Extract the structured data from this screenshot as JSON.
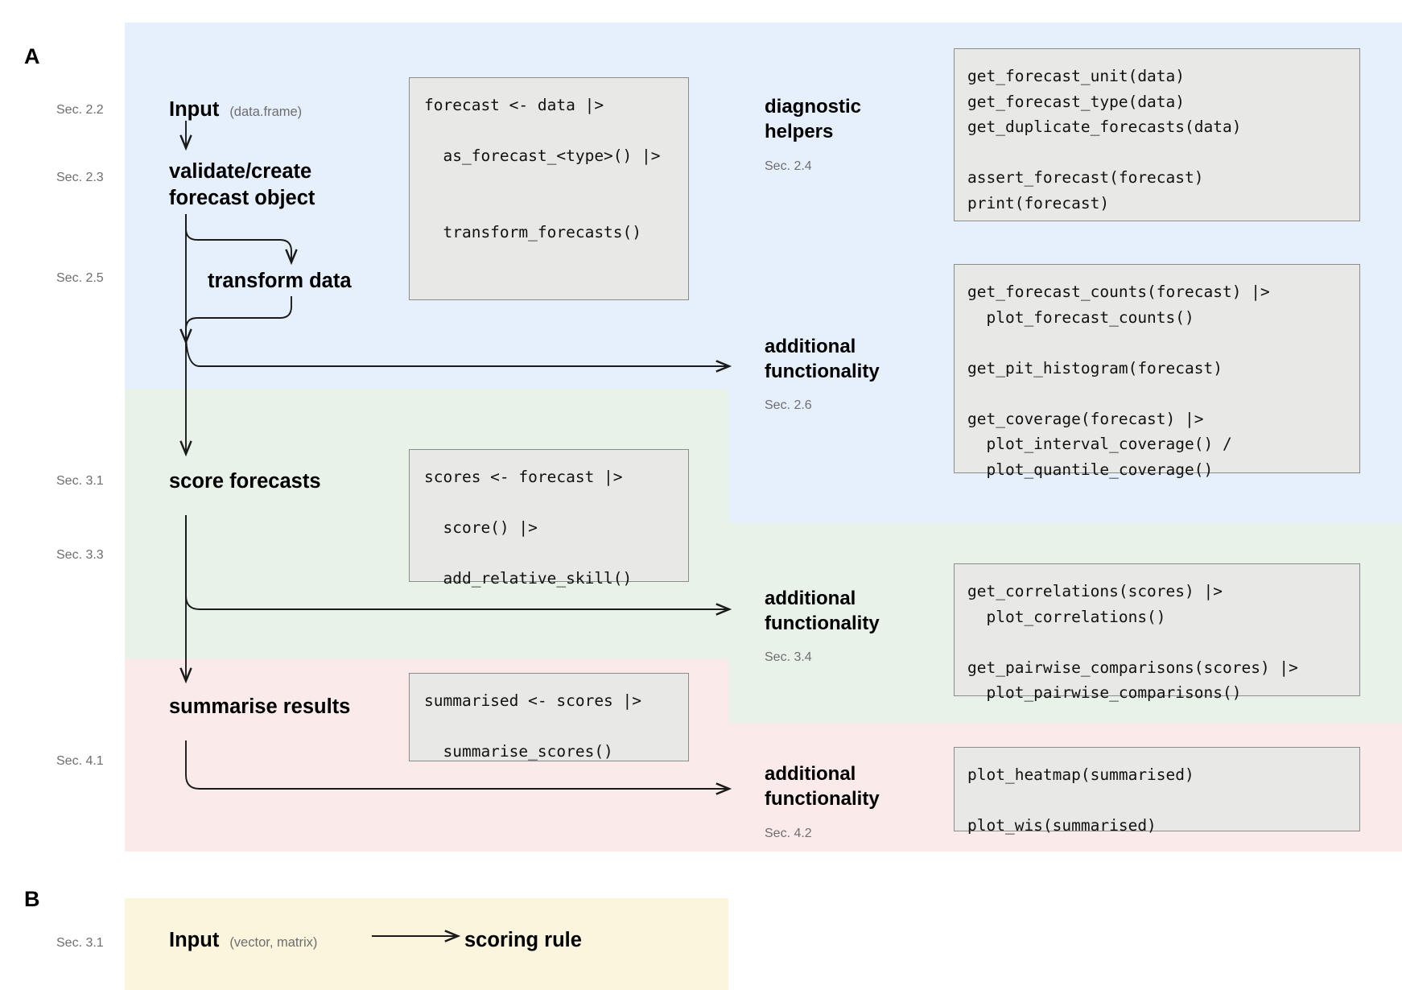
{
  "panels": {
    "a_letter": "A",
    "b_letter": "B"
  },
  "colors": {
    "blue_band": "#e6effc",
    "green_band": "#e9f2e9",
    "pink_band": "#fbeaea",
    "yellow_band": "#faf5dc",
    "code_bg": "#e8e8e6",
    "code_border": "#8c8c8c",
    "sec_label": "#6e6e6e",
    "text": "#000000"
  },
  "flow": {
    "input": {
      "label": "Input",
      "sublabel": "(data.frame)",
      "sec": "Sec. 2.2"
    },
    "validate": {
      "label": "validate/create\nforecast object",
      "sec": "Sec. 2.3"
    },
    "transform": {
      "label": "transform data",
      "sec": "Sec. 2.5"
    },
    "score": {
      "label": "score forecasts",
      "sec": "Sec. 3.1"
    },
    "relative_skill_sec": "Sec. 3.3",
    "summarise": {
      "label": "summarise results",
      "sec": "Sec. 4.1"
    }
  },
  "code_blocks": {
    "create_forecast": "forecast <- data |>\n\n  as_forecast_<type>() |>\n\n\n  transform_forecasts()",
    "score": "scores <- forecast |>\n\n  score() |>\n\n  add_relative_skill()",
    "summarise": "summarised <- scores |>\n\n  summarise_scores()"
  },
  "right_column": [
    {
      "heading": "diagnostic\nhelpers",
      "sec": "Sec. 2.4",
      "code": "get_forecast_unit(data)\nget_forecast_type(data)\nget_duplicate_forecasts(data)\n\nassert_forecast(forecast)\nprint(forecast)"
    },
    {
      "heading": "additional\nfunctionality",
      "sec": "Sec. 2.6",
      "code": "get_forecast_counts(forecast) |>\n  plot_forecast_counts()\n\nget_pit_histogram(forecast)\n\nget_coverage(forecast) |>\n  plot_interval_coverage() /\n  plot_quantile_coverage()"
    },
    {
      "heading": "additional\nfunctionality",
      "sec": "Sec. 3.4",
      "code": "get_correlations(scores) |>\n  plot_correlations()\n\nget_pairwise_comparisons(scores) |>\n  plot_pairwise_comparisons()"
    },
    {
      "heading": "additional\nfunctionality",
      "sec": "Sec. 4.2",
      "code": "plot_heatmap(summarised)\n\nplot_wis(summarised)"
    }
  ],
  "panel_b": {
    "sec": "Sec. 3.1",
    "input_label": "Input",
    "input_sublabel": "(vector, matrix)",
    "target_label": "scoring rule"
  }
}
